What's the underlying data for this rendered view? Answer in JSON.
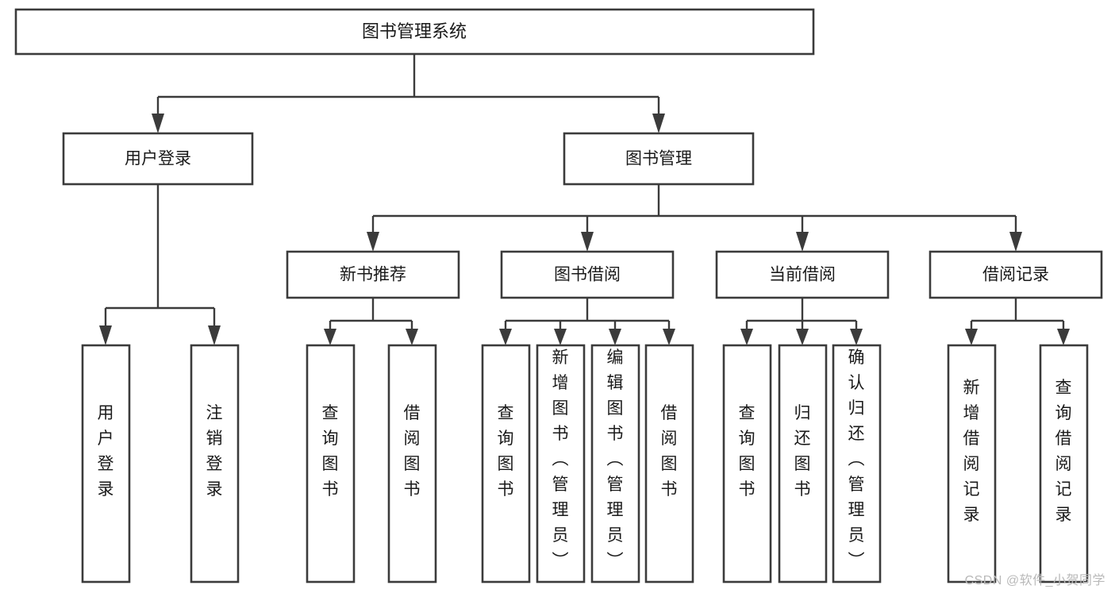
{
  "diagram": {
    "type": "hierarchy-tree",
    "title": "图书管理系统",
    "orientation": "top-down",
    "colors": {
      "stroke": "#3b3b3b",
      "fill": "#ffffff",
      "text": "#1a1a1a",
      "watermark": "#b9b9b9"
    },
    "root": {
      "label": "图书管理系统"
    },
    "level2": [
      {
        "label": "用户登录"
      },
      {
        "label": "图书管理"
      }
    ],
    "level3": [
      {
        "label": "新书推荐"
      },
      {
        "label": "图书借阅"
      },
      {
        "label": "当前借阅"
      },
      {
        "label": "借阅记录"
      }
    ],
    "leaves": {
      "user_login": [
        {
          "label": "用户登录"
        },
        {
          "label": "注销登录"
        }
      ],
      "new_book_recommend": [
        {
          "label": "查询图书"
        },
        {
          "label": "借阅图书"
        }
      ],
      "book_borrow": [
        {
          "label": "查询图书"
        },
        {
          "label": "新增图书（管理员）"
        },
        {
          "label": "编辑图书（管理员）"
        },
        {
          "label": "借阅图书"
        }
      ],
      "current_borrow": [
        {
          "label": "查询图书"
        },
        {
          "label": "归还图书"
        },
        {
          "label": "确认归还（管理员）"
        }
      ],
      "borrow_record": [
        {
          "label": "新增借阅记录"
        },
        {
          "label": "查询借阅记录"
        }
      ]
    }
  },
  "watermark": {
    "text": "CSDN @软件_小贺同学"
  }
}
